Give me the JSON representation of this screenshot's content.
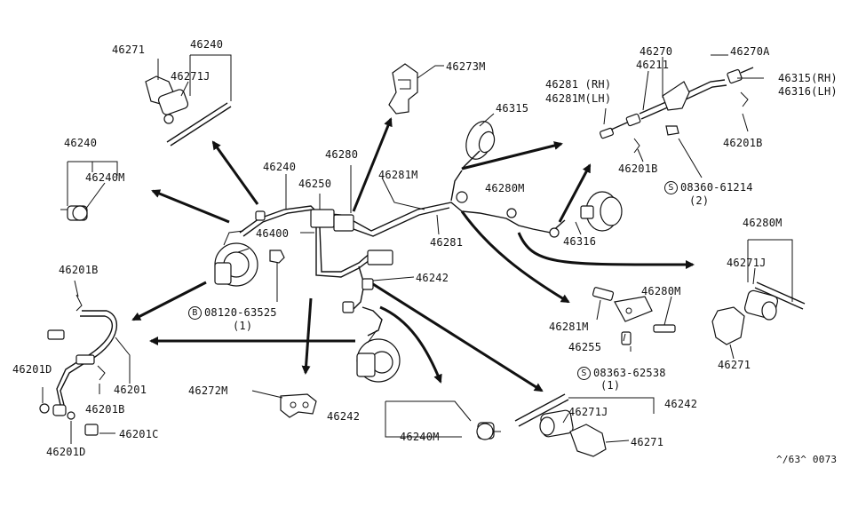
{
  "labels": {
    "p46271_tl": "46271",
    "p46240_tl": "46240",
    "p46271J_tl": "46271J",
    "p46273M": "46273M",
    "p46240_l": "46240",
    "p46240M_l": "46240M",
    "p46240_c": "46240",
    "p46280": "46280",
    "p46250": "46250",
    "p46281M_c": "46281M",
    "p46400": "46400",
    "p46281_c": "46281",
    "p46242_c": "46242",
    "b08120": "08120-63525",
    "b08120_qty": "(1)",
    "p46201B_l": "46201B",
    "p46201_l": "46201",
    "p46201D_l1": "46201D",
    "p46201B_l2": "46201B",
    "p46201C": "46201C",
    "p46201D_l2": "46201D",
    "p46272M": "46272M",
    "p46242_b": "46242",
    "p46240M_b": "46240M",
    "p46315": "46315",
    "p46281_rh": "46281 (RH)",
    "p46281M_lh": "46281M(LH)",
    "p46211": "46211",
    "p46270": "46270",
    "p46270A": "46270A",
    "p46315_rh": "46315(RH)",
    "p46316_lh": "46316(LH)",
    "p46201B_r1": "46201B",
    "p46201B_r2": "46201B",
    "s08360": "08360-61214",
    "s08360_qty": "(2)",
    "p46280M_c": "46280M",
    "p46316": "46316",
    "p46280M_r": "46280M",
    "p46271J_r": "46271J",
    "p46271_r": "46271",
    "p46281M_r": "46281M",
    "p46280M_r2": "46280M",
    "p46255": "46255",
    "s08363": "08363-62538",
    "s08363_qty": "(1)",
    "p46242_br": "46242",
    "p46271J_br": "46271J",
    "p46271_br": "46271",
    "diagram_code": "^/63^ 0073"
  },
  "callout_symbols": {
    "bolt": "B",
    "screw": "S"
  }
}
